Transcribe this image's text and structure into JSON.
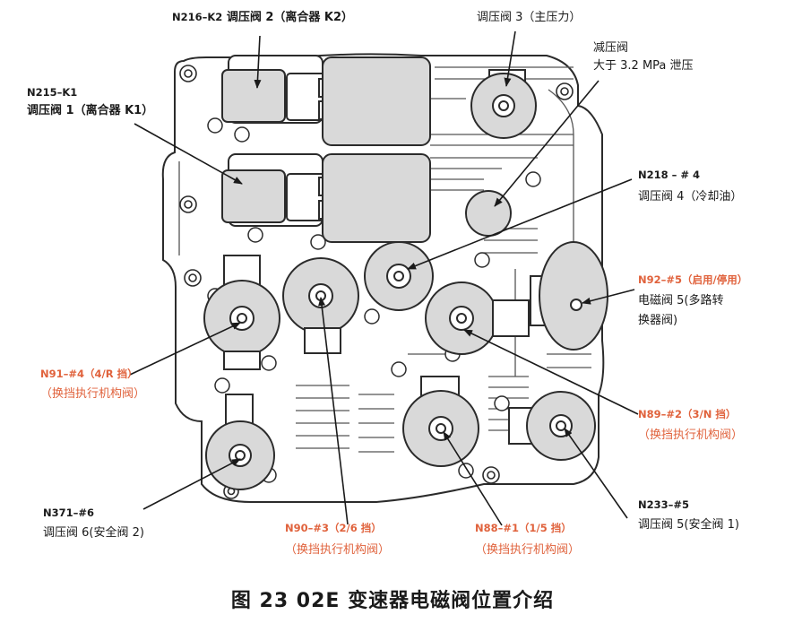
{
  "caption": "图 23  02E 变速器电磁阀位置介绍",
  "colors": {
    "ink": "#1a1a1a",
    "accent": "#e0623c",
    "body_fill": "#d9d9d9",
    "line": "#2b2b2b"
  },
  "labels": {
    "n216": {
      "code": "N216–K2",
      "name": "调压阀 2（离合器 K2）"
    },
    "n215": {
      "code": "N215–K1",
      "name": "调压阀 1（离合器 K1）"
    },
    "main": {
      "name": "调压阀 3（主压力）"
    },
    "relief": {
      "line1": "减压阀",
      "line2": "大于 3.2 MPa 泄压"
    },
    "n218": {
      "code": "N218 – # 4",
      "name": "调压阀 4（冷却油）"
    },
    "n92": {
      "code": "N92–#5（启用/停用）",
      "line1": "电磁阀 5(多路转",
      "line2": "换器阀)"
    },
    "n91": {
      "code": "N91–#4（4/R 挡）",
      "name": "（换挡执行机构阀）"
    },
    "n89": {
      "code": "N89–#2（3/N 挡）",
      "name": "（换挡执行机构阀）"
    },
    "n371": {
      "code": "N371–#6",
      "name": "调压阀 6(安全阀 2)"
    },
    "n90": {
      "code": "N90–#3（2/6 挡）",
      "name": "（换挡执行机构阀）"
    },
    "n88": {
      "code": "N88–#1（1/5 挡）",
      "name": "（换挡执行机构阀）"
    },
    "n233": {
      "code": "N233–#5",
      "name": "调压阀 5(安全阀 1)"
    }
  }
}
